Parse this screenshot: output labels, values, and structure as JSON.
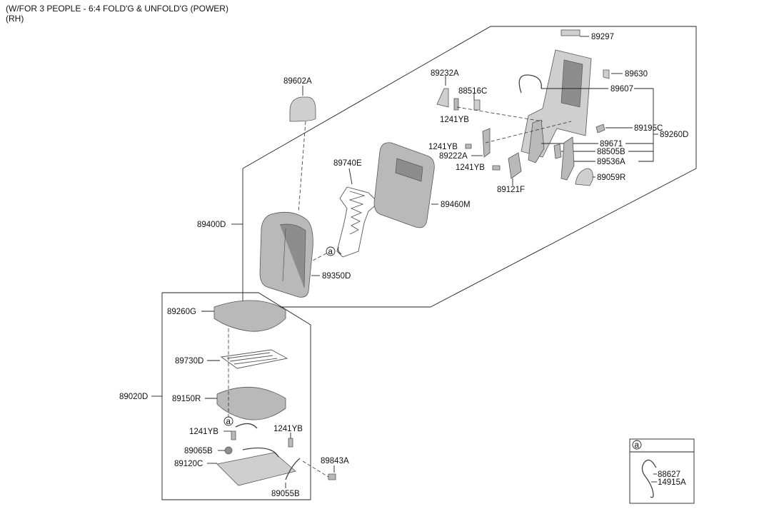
{
  "header": {
    "line1": "(W/FOR 3 PEOPLE - 6:4 FOLD'G & UNFOLD'G (POWER)",
    "line2": "(RH)"
  },
  "labels": {
    "p89297": "89297",
    "p89630": "89630",
    "p89607": "89607",
    "p89232A": "89232A",
    "p88516C": "88516C",
    "p1241YB_a": "1241YB",
    "p89195C": "89195C",
    "p89260D": "89260D",
    "p89671": "89671",
    "p88505B": "88505B",
    "p89536A": "89536A",
    "p1241YB_b": "1241YB",
    "p89222A": "89222A",
    "p1241YB_c": "1241YB",
    "p89121F": "89121F",
    "p89059R": "89059R",
    "p89602A": "89602A",
    "p89740E": "89740E",
    "p89460M": "89460M",
    "p89400D": "89400D",
    "p89350D": "89350D",
    "p89260G": "89260G",
    "p89730D": "89730D",
    "p89020D": "89020D",
    "p89150R": "89150R",
    "p1241YB_d": "1241YB",
    "p1241YB_e": "1241YB",
    "p89065B": "89065B",
    "p89120C": "89120C",
    "p89843A": "89843A",
    "p89055B": "89055B",
    "p88627": "88627",
    "p14915A": "14915A",
    "ref_a": "a"
  }
}
